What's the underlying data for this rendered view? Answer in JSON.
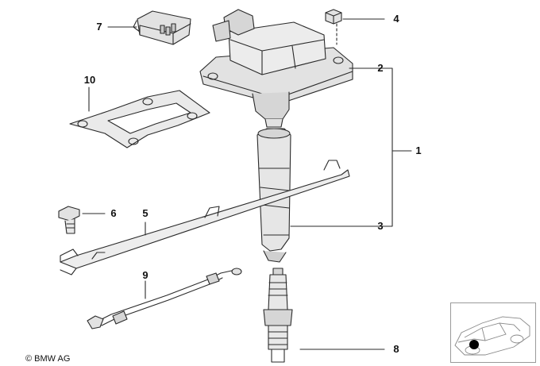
{
  "callouts": {
    "c1": "1",
    "c2": "2",
    "c3": "3",
    "c4": "4",
    "c5": "5",
    "c6": "6",
    "c7": "7",
    "c8": "8",
    "c9": "9",
    "c10": "10"
  },
  "copyright": "© BMW AG",
  "colors": {
    "line": "#2a2a2a",
    "part_fill": "#e2e2e2",
    "part_shade": "#c8c8c8",
    "thumb_border": "#9a9a9a",
    "marker": "#000000"
  }
}
